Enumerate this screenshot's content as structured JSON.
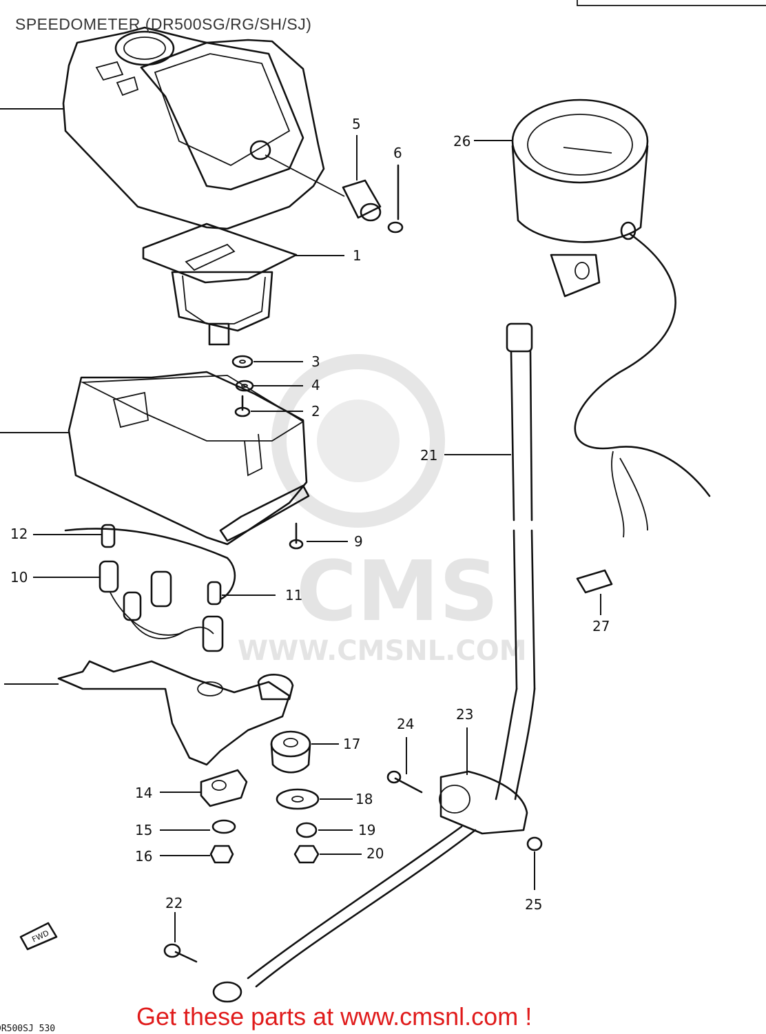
{
  "title": "SPEEDOMETER (DR500SG/RG/SH/SJ)",
  "watermark": {
    "brand": "CMS",
    "url": "WWW.CMSNL.COM"
  },
  "fwd_marker": "FWD",
  "footer_cta": "Get these parts at www.cmsnl.com !",
  "page_ref": "DR500SJ 530",
  "callouts": {
    "c1": "1",
    "c2": "2",
    "c3": "3",
    "c4": "4",
    "c5": "5",
    "c6": "6",
    "c9": "9",
    "c10": "10",
    "c11": "11",
    "c12": "12",
    "c14": "14",
    "c15": "15",
    "c16": "16",
    "c17": "17",
    "c18": "18",
    "c19": "19",
    "c20": "20",
    "c21": "21",
    "c22": "22",
    "c23": "23",
    "c24": "24",
    "c25": "25",
    "c26": "26",
    "c27": "27"
  },
  "colors": {
    "ink": "#111111",
    "footer": "#e01b1b",
    "watermark": "#e4e4e4"
  }
}
